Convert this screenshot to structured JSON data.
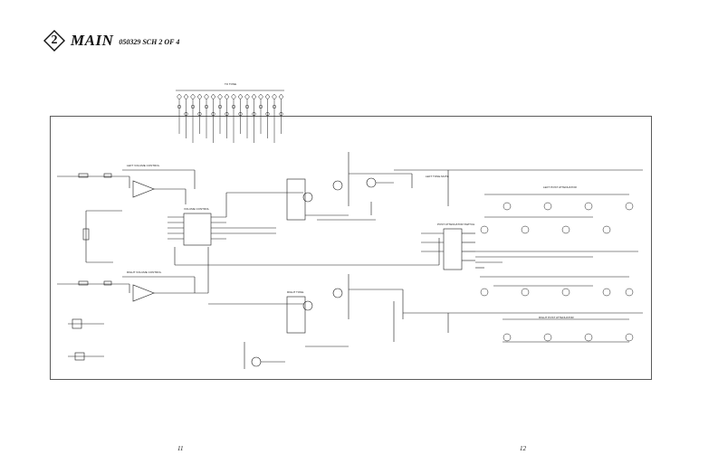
{
  "header": {
    "badge_number": "2",
    "title": "MAIN",
    "subtitle": "050329 SCH 2 OF 4"
  },
  "page_numbers": {
    "left": "11",
    "right": "12"
  },
  "labels": {
    "left_volume": "LEFT VOLUME CONTROL",
    "volume_control": "VOLUME CONTROL",
    "right_volume": "RIGHT VOLUME CONTROL",
    "left_tone": "LEFT TONE MUTE",
    "post_attenuator_switch": "POST ATTENUATOR SWITCH",
    "left_post_attenuator": "LEFT POST ATTENUATOR",
    "right_post_attenuator": "RIGHT POST ATTENUATOR",
    "right_tone": "RIGHT TONE",
    "connector": "TO TONE"
  },
  "colors": {
    "ink": "#1a1a1a",
    "frame": "#333333"
  }
}
